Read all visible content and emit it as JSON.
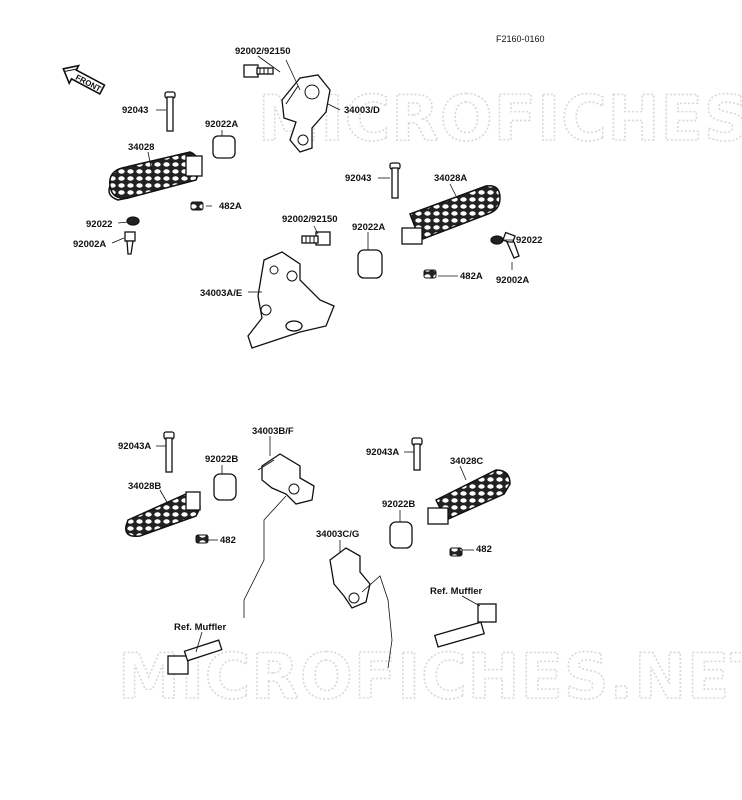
{
  "diagram": {
    "figure_code": "F2160-0160",
    "front_label": "FRONT",
    "watermark": "MICROFICHES.NET",
    "parts": [
      {
        "id": "p1",
        "label": "92002/92150"
      },
      {
        "id": "p2",
        "label": "34003/D"
      },
      {
        "id": "p3",
        "label": "92043"
      },
      {
        "id": "p4",
        "label": "92022A"
      },
      {
        "id": "p5",
        "label": "34028"
      },
      {
        "id": "p6",
        "label": "482A"
      },
      {
        "id": "p7",
        "label": "92022"
      },
      {
        "id": "p8",
        "label": "92002A"
      },
      {
        "id": "p9",
        "label": "92043"
      },
      {
        "id": "p10",
        "label": "34028A"
      },
      {
        "id": "p11",
        "label": "92002/92150"
      },
      {
        "id": "p12",
        "label": "92022A"
      },
      {
        "id": "p13",
        "label": "92022"
      },
      {
        "id": "p14",
        "label": "34003A/E"
      },
      {
        "id": "p15",
        "label": "482A"
      },
      {
        "id": "p16",
        "label": "92002A"
      },
      {
        "id": "p17",
        "label": "92043A"
      },
      {
        "id": "p18",
        "label": "34003B/F"
      },
      {
        "id": "p19",
        "label": "92022B"
      },
      {
        "id": "p20",
        "label": "34028B"
      },
      {
        "id": "p21",
        "label": "482"
      },
      {
        "id": "p22",
        "label": "92043A"
      },
      {
        "id": "p23",
        "label": "34028C"
      },
      {
        "id": "p24",
        "label": "92022B"
      },
      {
        "id": "p25",
        "label": "34003C/G"
      },
      {
        "id": "p26",
        "label": "482"
      },
      {
        "id": "p27",
        "label": "Ref. Muffler"
      },
      {
        "id": "p28",
        "label": "Ref. Muffler"
      }
    ]
  }
}
